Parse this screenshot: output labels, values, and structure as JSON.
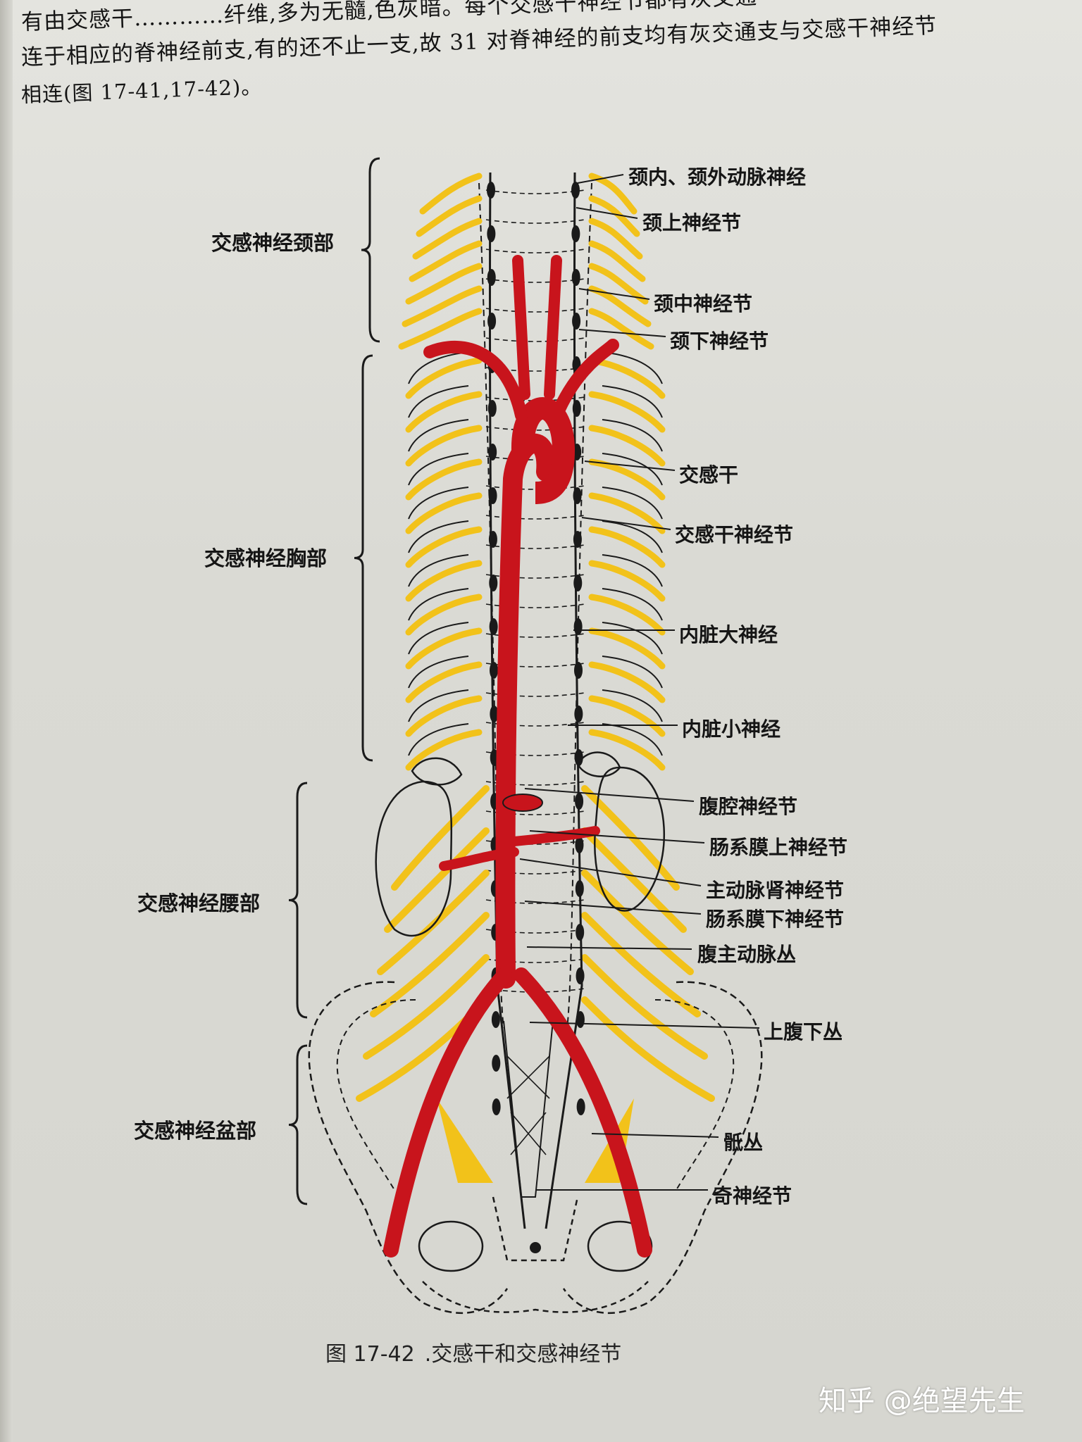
{
  "text": {
    "line1": "有由交感干…………纤维,多为无髓,色灰暗。每个交感干神经节都有灰交通",
    "line2": "连于相应的脊神经前支,有的还不止一支,故 31 对脊神经的前支均有灰交通支与交感干神经节",
    "line3": "相连(图 17-41,17-42)。"
  },
  "regions": [
    {
      "label": "交感神经颈部"
    },
    {
      "label": "交感神经胸部"
    },
    {
      "label": "交感神经腰部"
    },
    {
      "label": "交感神经盆部"
    }
  ],
  "callouts": [
    {
      "label": "颈内、颈外动脉神经"
    },
    {
      "label": "颈上神经节"
    },
    {
      "label": "颈中神经节"
    },
    {
      "label": "颈下神经节"
    },
    {
      "label": "交感干"
    },
    {
      "label": "交感干神经节"
    },
    {
      "label": "内脏大神经"
    },
    {
      "label": "内脏小神经"
    },
    {
      "label": "腹腔神经节"
    },
    {
      "label": "肠系膜上神经节"
    },
    {
      "label": "主动脉肾神经节"
    },
    {
      "label": "肠系膜下神经节"
    },
    {
      "label": "腹主动脉丛"
    },
    {
      "label": "上腹下丛"
    },
    {
      "label": "骶丛"
    },
    {
      "label": "奇神经节"
    }
  ],
  "caption": {
    "number": "图 17-42",
    "title": ".交感干和交感神经节"
  },
  "watermark": "知乎 @绝望先生",
  "colors": {
    "artery": "#c8141c",
    "nerve": "#f2c21a",
    "outline": "#1a1a1a",
    "paper": "#dcdcd7"
  }
}
